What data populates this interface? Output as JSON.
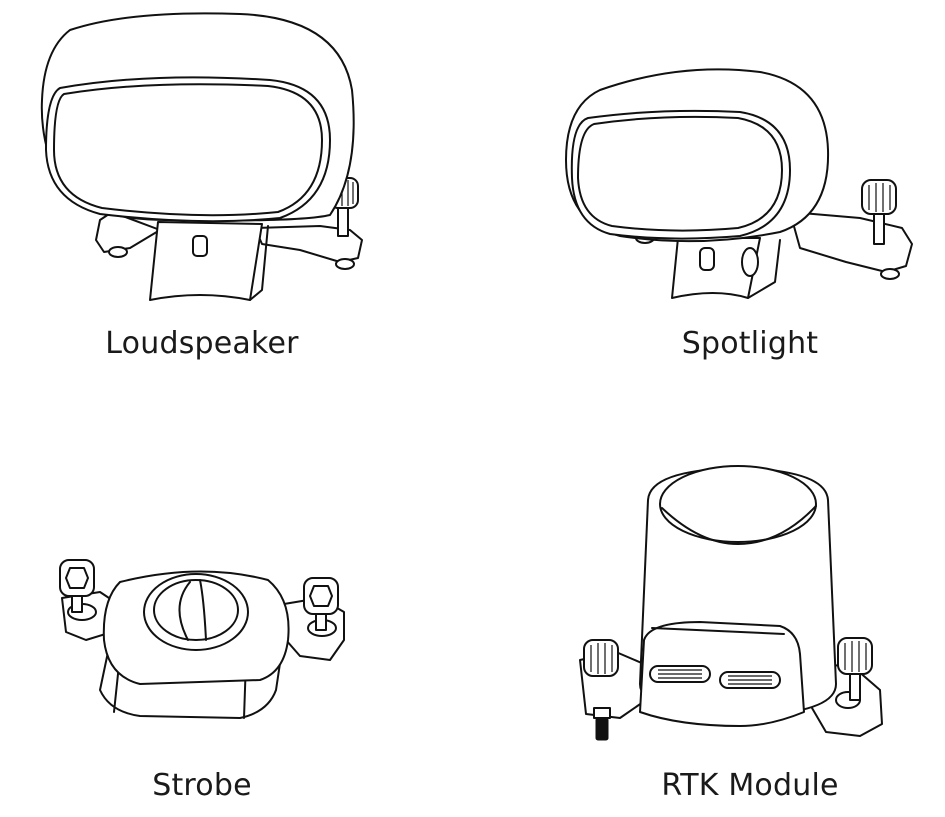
{
  "items": [
    {
      "label": "Loudspeaker",
      "icon": "loudspeaker-icon"
    },
    {
      "label": "Spotlight",
      "icon": "spotlight-icon"
    },
    {
      "label": "Strobe",
      "icon": "strobe-icon"
    },
    {
      "label": "RTK Module",
      "icon": "rtk-module-icon"
    }
  ]
}
